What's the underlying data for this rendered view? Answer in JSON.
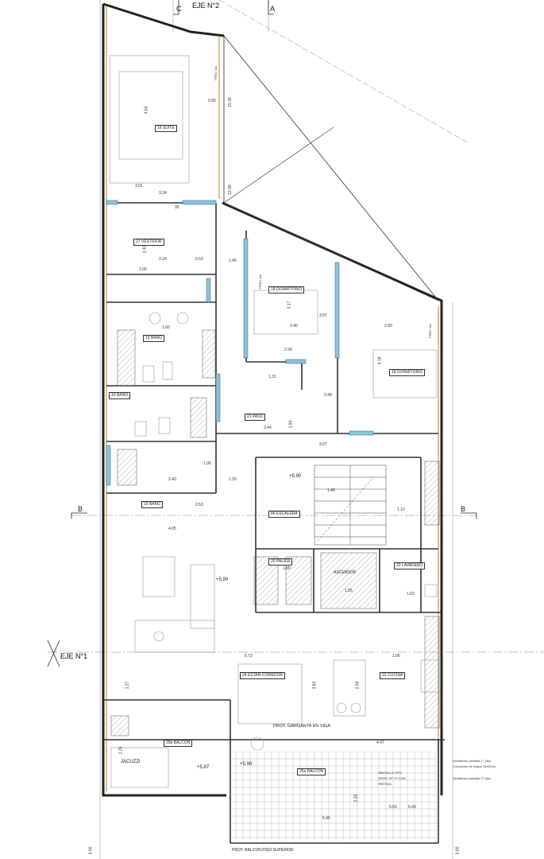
{
  "axes": {
    "eje1": "EJE N°1",
    "eje2": "EJE N°2",
    "sec_a": "A",
    "sec_b_left": "B",
    "sec_b_right": "B",
    "sec_c": "C"
  },
  "rooms": {
    "suite": "16 SUITE",
    "vestidor": "17 VESTIDOR",
    "dormitorio1": "18 DORMITORIO",
    "dormitorio2": "18 DORMITORIO",
    "bano1": "19 BAÑO",
    "bano2": "19 BAÑO",
    "bano3": "19 BAÑO",
    "paso": "21 PASO",
    "escalera": "86 ESCALERA",
    "palier": "20 PALIER",
    "ascensor": "ASCENSOR",
    "lavadero": "23 LAVADERO",
    "estar": "24 ESTAR-COMEDOR",
    "cocina": "22 COCINA",
    "balcon_b": "25b BALCON",
    "balcon_a": "25a BALCON",
    "jacuzzi": "JACUZZI"
  },
  "levels": {
    "escalera": "+5.90",
    "estar": "+5.90",
    "balcon": "+5.90",
    "balcon2": "+5.87"
  },
  "notes": {
    "garganta": "PROY. GARGANTA EN VIGA",
    "balcon_sup": "PROY. BALCON PISO SUPERIOR",
    "vent1": "Ventilación pantalla 1° piso. Conductos de chapa 15x50cm",
    "vent2": "Ventilación pantalla 2° piso",
    "pantalla": "PANTALLA TIPO SPIRO SP 70 COM PARTIDA",
    "prev1": "PREV. AA.",
    "prev2": "PREV. AA.",
    "prev3": "PREV. AA."
  },
  "dims": {
    "d_454": "4.54",
    "d_301": "3.01",
    "d_324a": "3.24",
    "d_090": "90",
    "d_324b": "3.24",
    "d_053a": "0.53",
    "d_146": "1.46",
    "d_200": "2.00",
    "d_140": "1.40",
    "d_015": "15.39",
    "d_1299": "12.99",
    "d_317": "3.17",
    "d_240a": "2.40",
    "d_397a": "3.97",
    "d_280": "2.80",
    "d_418": "4.18",
    "d_299": "2.99",
    "d_131": "1.31",
    "d_349": "3.49",
    "d_344": "3.44",
    "d_397b": "3.97",
    "d_190": "1.90",
    "d_240b": "2.40",
    "d_120": "1.20",
    "d_106": "1.06",
    "d_053b": "0.53",
    "d_405": "4.05",
    "d_145": "1.45",
    "d_110": "1.10",
    "d_160": "1.60",
    "d_155": "1.55",
    "d_162": "1.62",
    "d_673": "6.73",
    "d_106b": "1.06",
    "d_383": "3.83",
    "d_200b": "2.00",
    "d_225": "2.25",
    "d_233": "2.33",
    "d_546": "5.46",
    "d_583": "5.83",
    "d_643": "6.43",
    "d_447": "4.47",
    "d_127": "1.27",
    "d_300l": "3.00",
    "d_300r": "3.00",
    "d_085": "0.85",
    "d_160b": "1.60"
  }
}
